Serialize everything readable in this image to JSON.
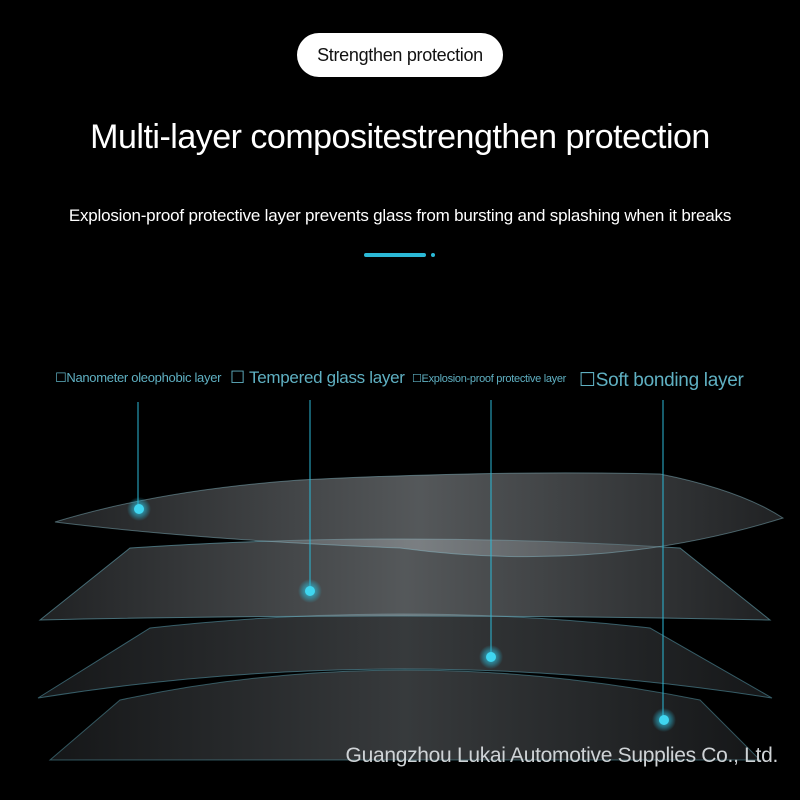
{
  "badge": {
    "label": "Strengthen protection"
  },
  "heading": {
    "title": "Multi-layer compositestrengthen protection"
  },
  "description": {
    "text": "Explosion-proof protective layer prevents glass from bursting and splashing when it breaks"
  },
  "layers": [
    {
      "label": "☐Nanometer oleophobic layer"
    },
    {
      "label": "☐ Tempered glass layer"
    },
    {
      "label": "☐Explosion-proof protective layer"
    },
    {
      "label": "☐Soft bonding layer"
    }
  ],
  "footer": {
    "company": "Guangzhou Lukai Automotive Supplies Co., Ltd."
  },
  "colors": {
    "accent": "#2bb9d6",
    "label": "#5fb0c2",
    "background": "#000000",
    "glass": "#8a8f93"
  }
}
